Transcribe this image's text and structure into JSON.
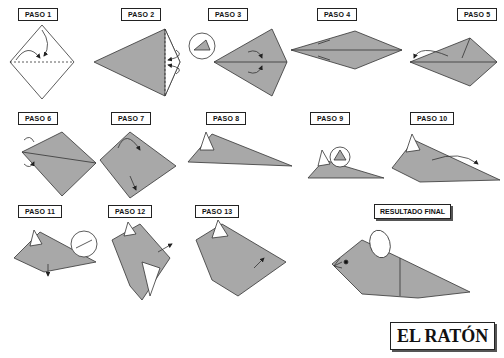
{
  "diagram": {
    "nodes": [
      {
        "text": [
          "PASO 1"
        ]
      },
      {
        "text": [
          "PASO 2"
        ]
      },
      {
        "text": [
          "PASO 3"
        ]
      },
      {
        "text": [
          "PASO 4"
        ]
      },
      {
        "text": [
          "PASO 5"
        ]
      },
      {
        "text": [
          "PASO 6"
        ]
      },
      {
        "text": [
          "PASO 7"
        ]
      },
      {
        "text": [
          "PASO 8"
        ]
      },
      {
        "text": [
          "PASO 9"
        ]
      },
      {
        "text": [
          "PASO 10"
        ]
      },
      {
        "text": [
          "PASO 11"
        ]
      },
      {
        "text": [
          "PASO 12"
        ]
      },
      {
        "text": [
          "PASO 13"
        ]
      },
      {
        "text": [
          "RESULTADO FINAL"
        ]
      },
      {
        "text": [
          "EL RATÓN"
        ]
      }
    ]
  }
}
